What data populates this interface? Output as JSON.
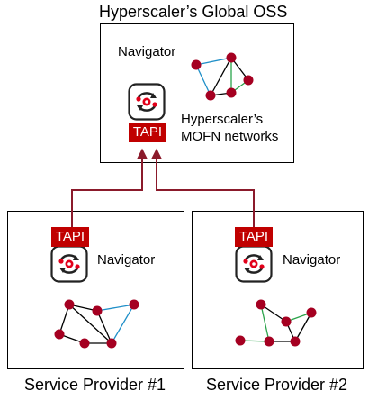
{
  "top": {
    "title": "Hyperscaler’s Global OSS",
    "navigator_label": "Navigator",
    "tapi_label": "TAPI",
    "network_label_line1": "Hyperscaler’s",
    "network_label_line2": "MOFN networks"
  },
  "sp1": {
    "title": "Service Provider #1",
    "navigator_label": "Navigator",
    "tapi_label": "TAPI"
  },
  "sp2": {
    "title": "Service Provider #2",
    "navigator_label": "Navigator",
    "tapi_label": "TAPI"
  },
  "colors": {
    "node": "#a50021",
    "tapi_bg": "#c00000",
    "link_black": "#000000",
    "link_blue": "#1f8fc8",
    "link_green": "#2aa34a",
    "connector": "#8b1a2b",
    "icon_gear": "#e2001a"
  }
}
